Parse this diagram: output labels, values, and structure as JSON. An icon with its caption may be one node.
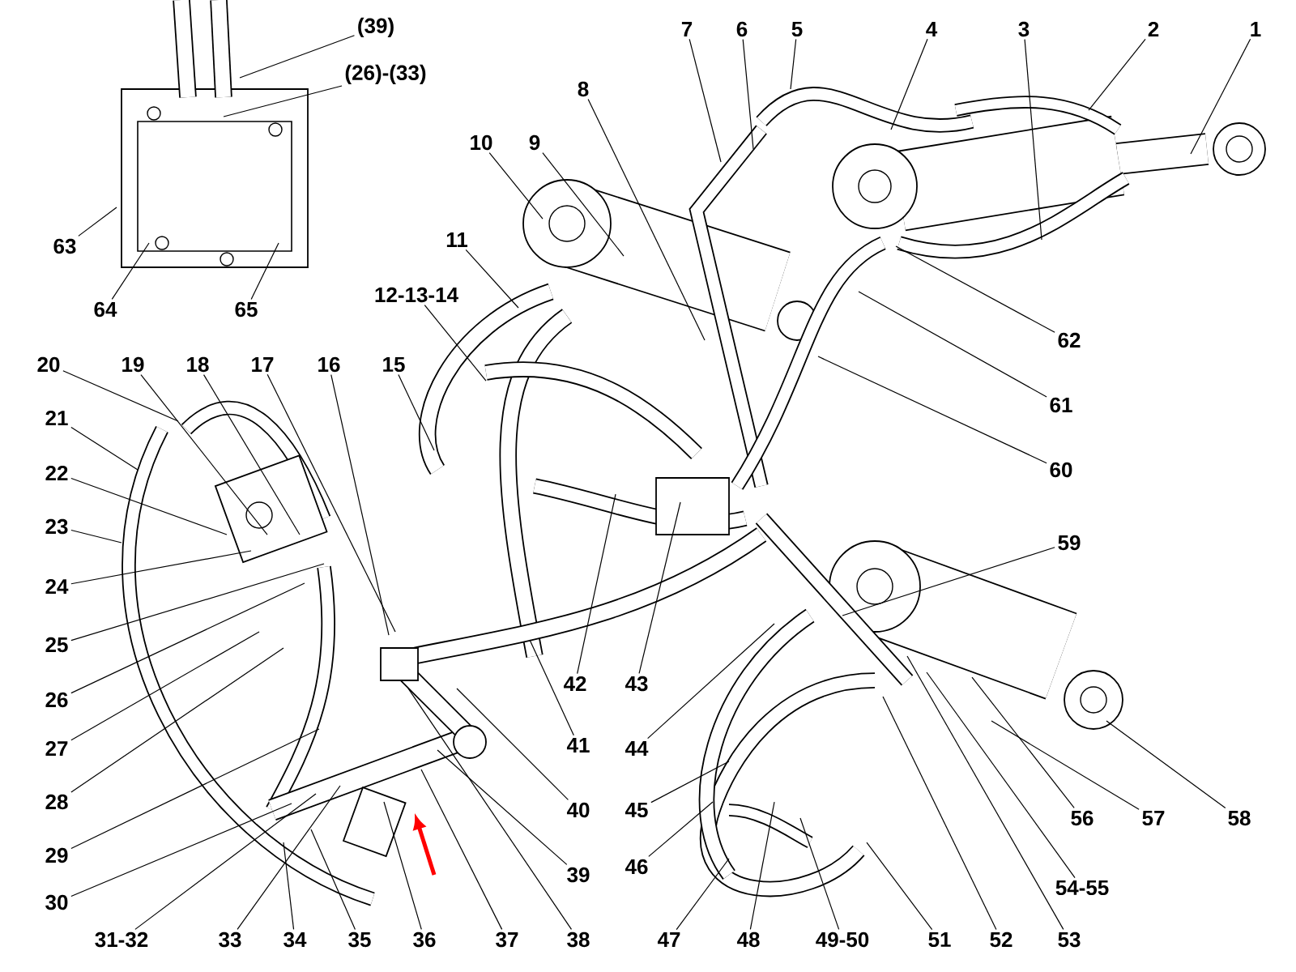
{
  "diagram": {
    "nodes": [
      {
        "text": [
          "(39)"
        ]
      },
      {
        "text": [
          "(26)-(33)"
        ]
      },
      {
        "text": [
          "1"
        ]
      },
      {
        "text": [
          "2"
        ]
      },
      {
        "text": [
          "3"
        ]
      },
      {
        "text": [
          "4"
        ]
      },
      {
        "text": [
          "5"
        ]
      },
      {
        "text": [
          "6"
        ]
      },
      {
        "text": [
          "7"
        ]
      },
      {
        "text": [
          "8"
        ]
      },
      {
        "text": [
          "10"
        ]
      },
      {
        "text": [
          "9"
        ]
      },
      {
        "text": [
          "63"
        ]
      },
      {
        "text": [
          "11"
        ]
      },
      {
        "text": [
          "12-13-14"
        ]
      },
      {
        "text": [
          "64"
        ]
      },
      {
        "text": [
          "65"
        ]
      },
      {
        "text": [
          "62"
        ]
      },
      {
        "text": [
          "20"
        ]
      },
      {
        "text": [
          "19"
        ]
      },
      {
        "text": [
          "18"
        ]
      },
      {
        "text": [
          "17"
        ]
      },
      {
        "text": [
          "16"
        ]
      },
      {
        "text": [
          "15"
        ]
      },
      {
        "text": [
          "61"
        ]
      },
      {
        "text": [
          "21"
        ]
      },
      {
        "text": [
          "60"
        ]
      },
      {
        "text": [
          "22"
        ]
      },
      {
        "text": [
          "23"
        ]
      },
      {
        "text": [
          "59"
        ]
      },
      {
        "text": [
          "24"
        ]
      },
      {
        "text": [
          "25"
        ]
      },
      {
        "text": [
          "26"
        ]
      },
      {
        "text": [
          "42"
        ]
      },
      {
        "text": [
          "43"
        ]
      },
      {
        "text": [
          "27"
        ]
      },
      {
        "text": [
          "41"
        ]
      },
      {
        "text": [
          "44"
        ]
      },
      {
        "text": [
          "28"
        ]
      },
      {
        "text": [
          "40"
        ]
      },
      {
        "text": [
          "45"
        ]
      },
      {
        "text": [
          "58"
        ]
      },
      {
        "text": [
          "57"
        ]
      },
      {
        "text": [
          "56"
        ]
      },
      {
        "text": [
          "29"
        ]
      },
      {
        "text": [
          "39"
        ]
      },
      {
        "text": [
          "46"
        ]
      },
      {
        "text": [
          "54-55"
        ]
      },
      {
        "text": [
          "30"
        ]
      },
      {
        "text": [
          "31-32"
        ]
      },
      {
        "text": [
          "33"
        ]
      },
      {
        "text": [
          "34"
        ]
      },
      {
        "text": [
          "35"
        ]
      },
      {
        "text": [
          "36"
        ]
      },
      {
        "text": [
          "37"
        ]
      },
      {
        "text": [
          "38"
        ]
      },
      {
        "text": [
          "47"
        ]
      },
      {
        "text": [
          "48"
        ]
      },
      {
        "text": [
          "49-50"
        ]
      },
      {
        "text": [
          "51"
        ]
      },
      {
        "text": [
          "52"
        ]
      },
      {
        "text": [
          "53"
        ]
      }
    ],
    "edges": [
      {
        "from": 0,
        "to": null,
        "arrow": "none"
      },
      {
        "from": 1,
        "to": null,
        "arrow": "none"
      },
      {
        "from": 2,
        "to": null,
        "arrow": "none"
      },
      {
        "from": 3,
        "to": null,
        "arrow": "none"
      },
      {
        "from": 4,
        "to": null,
        "arrow": "none"
      },
      {
        "from": 5,
        "to": null,
        "arrow": "none"
      },
      {
        "from": 6,
        "to": null,
        "arrow": "none"
      },
      {
        "from": 7,
        "to": null,
        "arrow": "none"
      },
      {
        "from": 8,
        "to": null,
        "arrow": "none"
      },
      {
        "from": 9,
        "to": null,
        "arrow": "none"
      },
      {
        "from": 10,
        "to": null,
        "arrow": "none"
      },
      {
        "from": 11,
        "to": null,
        "arrow": "none"
      },
      {
        "from": 12,
        "to": null,
        "arrow": "none"
      },
      {
        "from": 13,
        "to": null,
        "arrow": "none"
      },
      {
        "from": 14,
        "to": null,
        "arrow": "none"
      },
      {
        "from": 15,
        "to": null,
        "arrow": "none"
      },
      {
        "from": 16,
        "to": null,
        "arrow": "none"
      },
      {
        "from": 17,
        "to": null,
        "arrow": "none"
      },
      {
        "from": 18,
        "to": null,
        "arrow": "none"
      },
      {
        "from": 19,
        "to": null,
        "arrow": "none"
      },
      {
        "from": 20,
        "to": null,
        "arrow": "none"
      },
      {
        "from": 21,
        "to": null,
        "arrow": "none"
      },
      {
        "from": 22,
        "to": null,
        "arrow": "none"
      },
      {
        "from": 23,
        "to": null,
        "arrow": "none"
      },
      {
        "from": 24,
        "to": null,
        "arrow": "none"
      },
      {
        "from": 25,
        "to": null,
        "arrow": "none"
      },
      {
        "from": 26,
        "to": null,
        "arrow": "none"
      },
      {
        "from": 27,
        "to": null,
        "arrow": "none"
      },
      {
        "from": 28,
        "to": null,
        "arrow": "none"
      },
      {
        "from": 29,
        "to": null,
        "arrow": "none"
      },
      {
        "from": 30,
        "to": null,
        "arrow": "none"
      },
      {
        "from": 31,
        "to": null,
        "arrow": "none"
      },
      {
        "from": 32,
        "to": null,
        "arrow": "none"
      },
      {
        "from": 33,
        "to": null,
        "arrow": "none"
      },
      {
        "from": 34,
        "to": null,
        "arrow": "none"
      },
      {
        "from": 35,
        "to": null,
        "arrow": "none"
      },
      {
        "from": 36,
        "to": null,
        "arrow": "none"
      },
      {
        "from": 37,
        "to": null,
        "arrow": "none"
      },
      {
        "from": 38,
        "to": null,
        "arrow": "none"
      },
      {
        "from": 39,
        "to": null,
        "arrow": "none"
      },
      {
        "from": 40,
        "to": null,
        "arrow": "none"
      },
      {
        "from": 41,
        "to": null,
        "arrow": "none"
      },
      {
        "from": 42,
        "to": null,
        "arrow": "none"
      },
      {
        "from": 43,
        "to": null,
        "arrow": "none"
      },
      {
        "from": 44,
        "to": null,
        "arrow": "none"
      },
      {
        "from": 45,
        "to": null,
        "arrow": "none"
      },
      {
        "from": 46,
        "to": null,
        "arrow": "none"
      },
      {
        "from": 47,
        "to": null,
        "arrow": "none"
      },
      {
        "from": 48,
        "to": null,
        "arrow": "none"
      },
      {
        "from": 49,
        "to": null,
        "arrow": "none"
      },
      {
        "from": 50,
        "to": null,
        "arrow": "none"
      },
      {
        "from": 51,
        "to": null,
        "arrow": "none"
      },
      {
        "from": 52,
        "to": null,
        "arrow": "none"
      },
      {
        "from": 53,
        "to": null,
        "arrow": "none"
      },
      {
        "from": 54,
        "to": null,
        "arrow": "none"
      },
      {
        "from": 55,
        "to": null,
        "arrow": "none"
      },
      {
        "from": 56,
        "to": null,
        "arrow": "none"
      },
      {
        "from": 57,
        "to": null,
        "arrow": "none"
      },
      {
        "from": 58,
        "to": null,
        "arrow": "none"
      },
      {
        "from": 59,
        "to": null,
        "arrow": "none"
      },
      {
        "from": 60,
        "to": null,
        "arrow": "none"
      },
      {
        "from": 61,
        "to": null,
        "arrow": "none"
      }
    ]
  }
}
